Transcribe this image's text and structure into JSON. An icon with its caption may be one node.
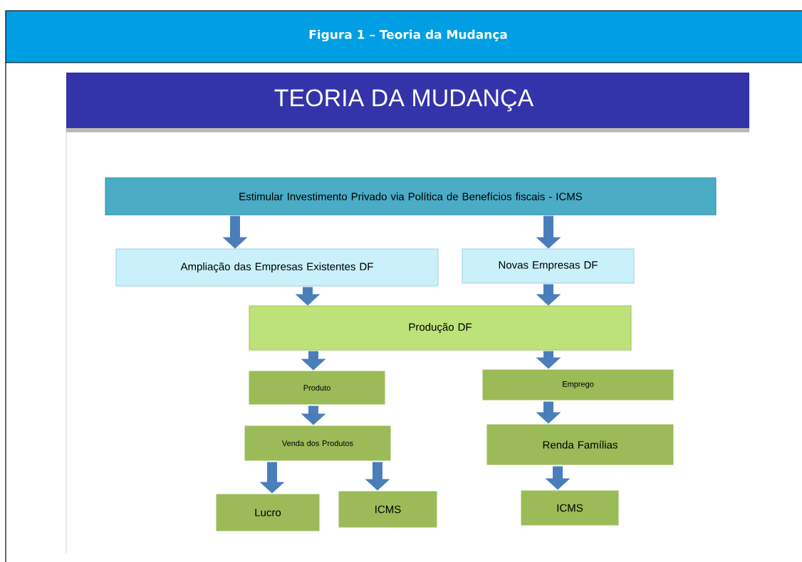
{
  "diagram": {
    "title": "Figura 1 – Teoria da Mudança",
    "nodes": [
      {
        "text": [
          "Estimular Investimento Privado via Política de Benefícios fiscais - ICMS"
        ]
      },
      {
        "text": [
          "Ampliação das Empresas Existentes DF"
        ]
      },
      {
        "text": [
          "Novas Empresas DF"
        ]
      },
      {
        "text": [
          "Produção DF"
        ]
      },
      {
        "text": [
          "Produto"
        ]
      },
      {
        "text": [
          "Emprego"
        ]
      },
      {
        "text": [
          "Venda dos Produtos"
        ]
      },
      {
        "text": [
          "Renda Famílias"
        ]
      },
      {
        "text": [
          "Lucro"
        ]
      },
      {
        "text": [
          "ICMS"
        ]
      },
      {
        "text": [
          "ICMS"
        ]
      }
    ],
    "edges": [
      {
        "from": 0,
        "to": 1,
        "arrow": "to"
      },
      {
        "from": 0,
        "to": 2,
        "arrow": "to"
      },
      {
        "from": 1,
        "to": 3,
        "arrow": "to"
      },
      {
        "from": 2,
        "to": 3,
        "arrow": "to"
      },
      {
        "from": 3,
        "to": 4,
        "arrow": "to"
      },
      {
        "from": 3,
        "to": 5,
        "arrow": "to"
      },
      {
        "from": 4,
        "to": 6,
        "arrow": "to"
      },
      {
        "from": 6,
        "to": 8,
        "arrow": "to"
      },
      {
        "from": 6,
        "to": 9,
        "arrow": "to"
      },
      {
        "from": 5,
        "to": 7,
        "arrow": "to"
      },
      {
        "from": 7,
        "to": 10,
        "arrow": "to"
      }
    ],
    "labels": [
      "TEORIA DA MUDANÇA"
    ]
  }
}
